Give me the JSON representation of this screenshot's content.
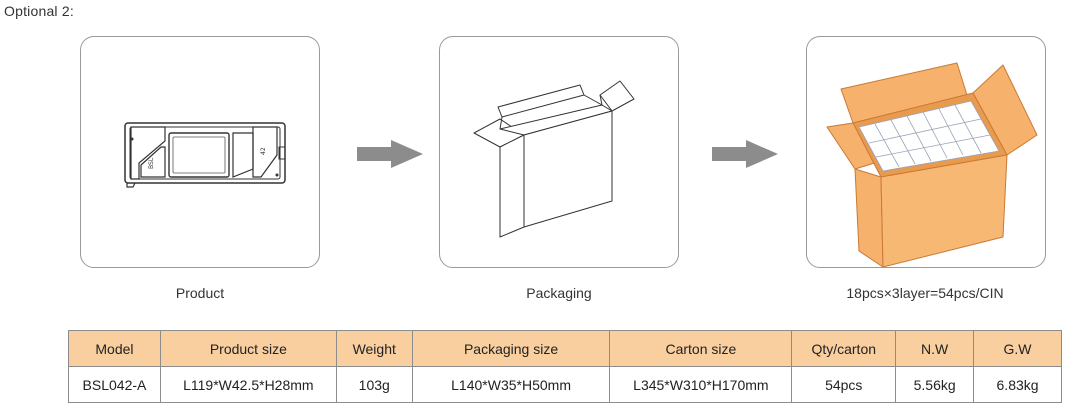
{
  "page": {
    "heading": "Optional 2:"
  },
  "steps": [
    {
      "caption": "Product",
      "icon": "product-driver-icon"
    },
    {
      "caption": "Packaging",
      "icon": "packaging-box-icon"
    },
    {
      "caption": "18pcs×3layer=54pcs/CIN",
      "icon": "carton-icon"
    }
  ],
  "product_label": {
    "line1": "BSL",
    "line2": "42"
  },
  "colors": {
    "table_header": "#f9cf9f",
    "carton": "#f6b16c",
    "carton_dark": "#e89a4f",
    "arrow": "#8c8c8c"
  },
  "table": {
    "headers": [
      "Model",
      "Product size",
      "Weight",
      "Packaging size",
      "Carton size",
      "Qty/carton",
      "N.W",
      "G.W"
    ],
    "rows": [
      [
        "BSL042-A",
        "L119*W42.5*H28mm",
        "103g",
        "L140*W35*H50mm",
        "L345*W310*H170mm",
        "54pcs",
        "5.56kg",
        "6.83kg"
      ]
    ]
  }
}
